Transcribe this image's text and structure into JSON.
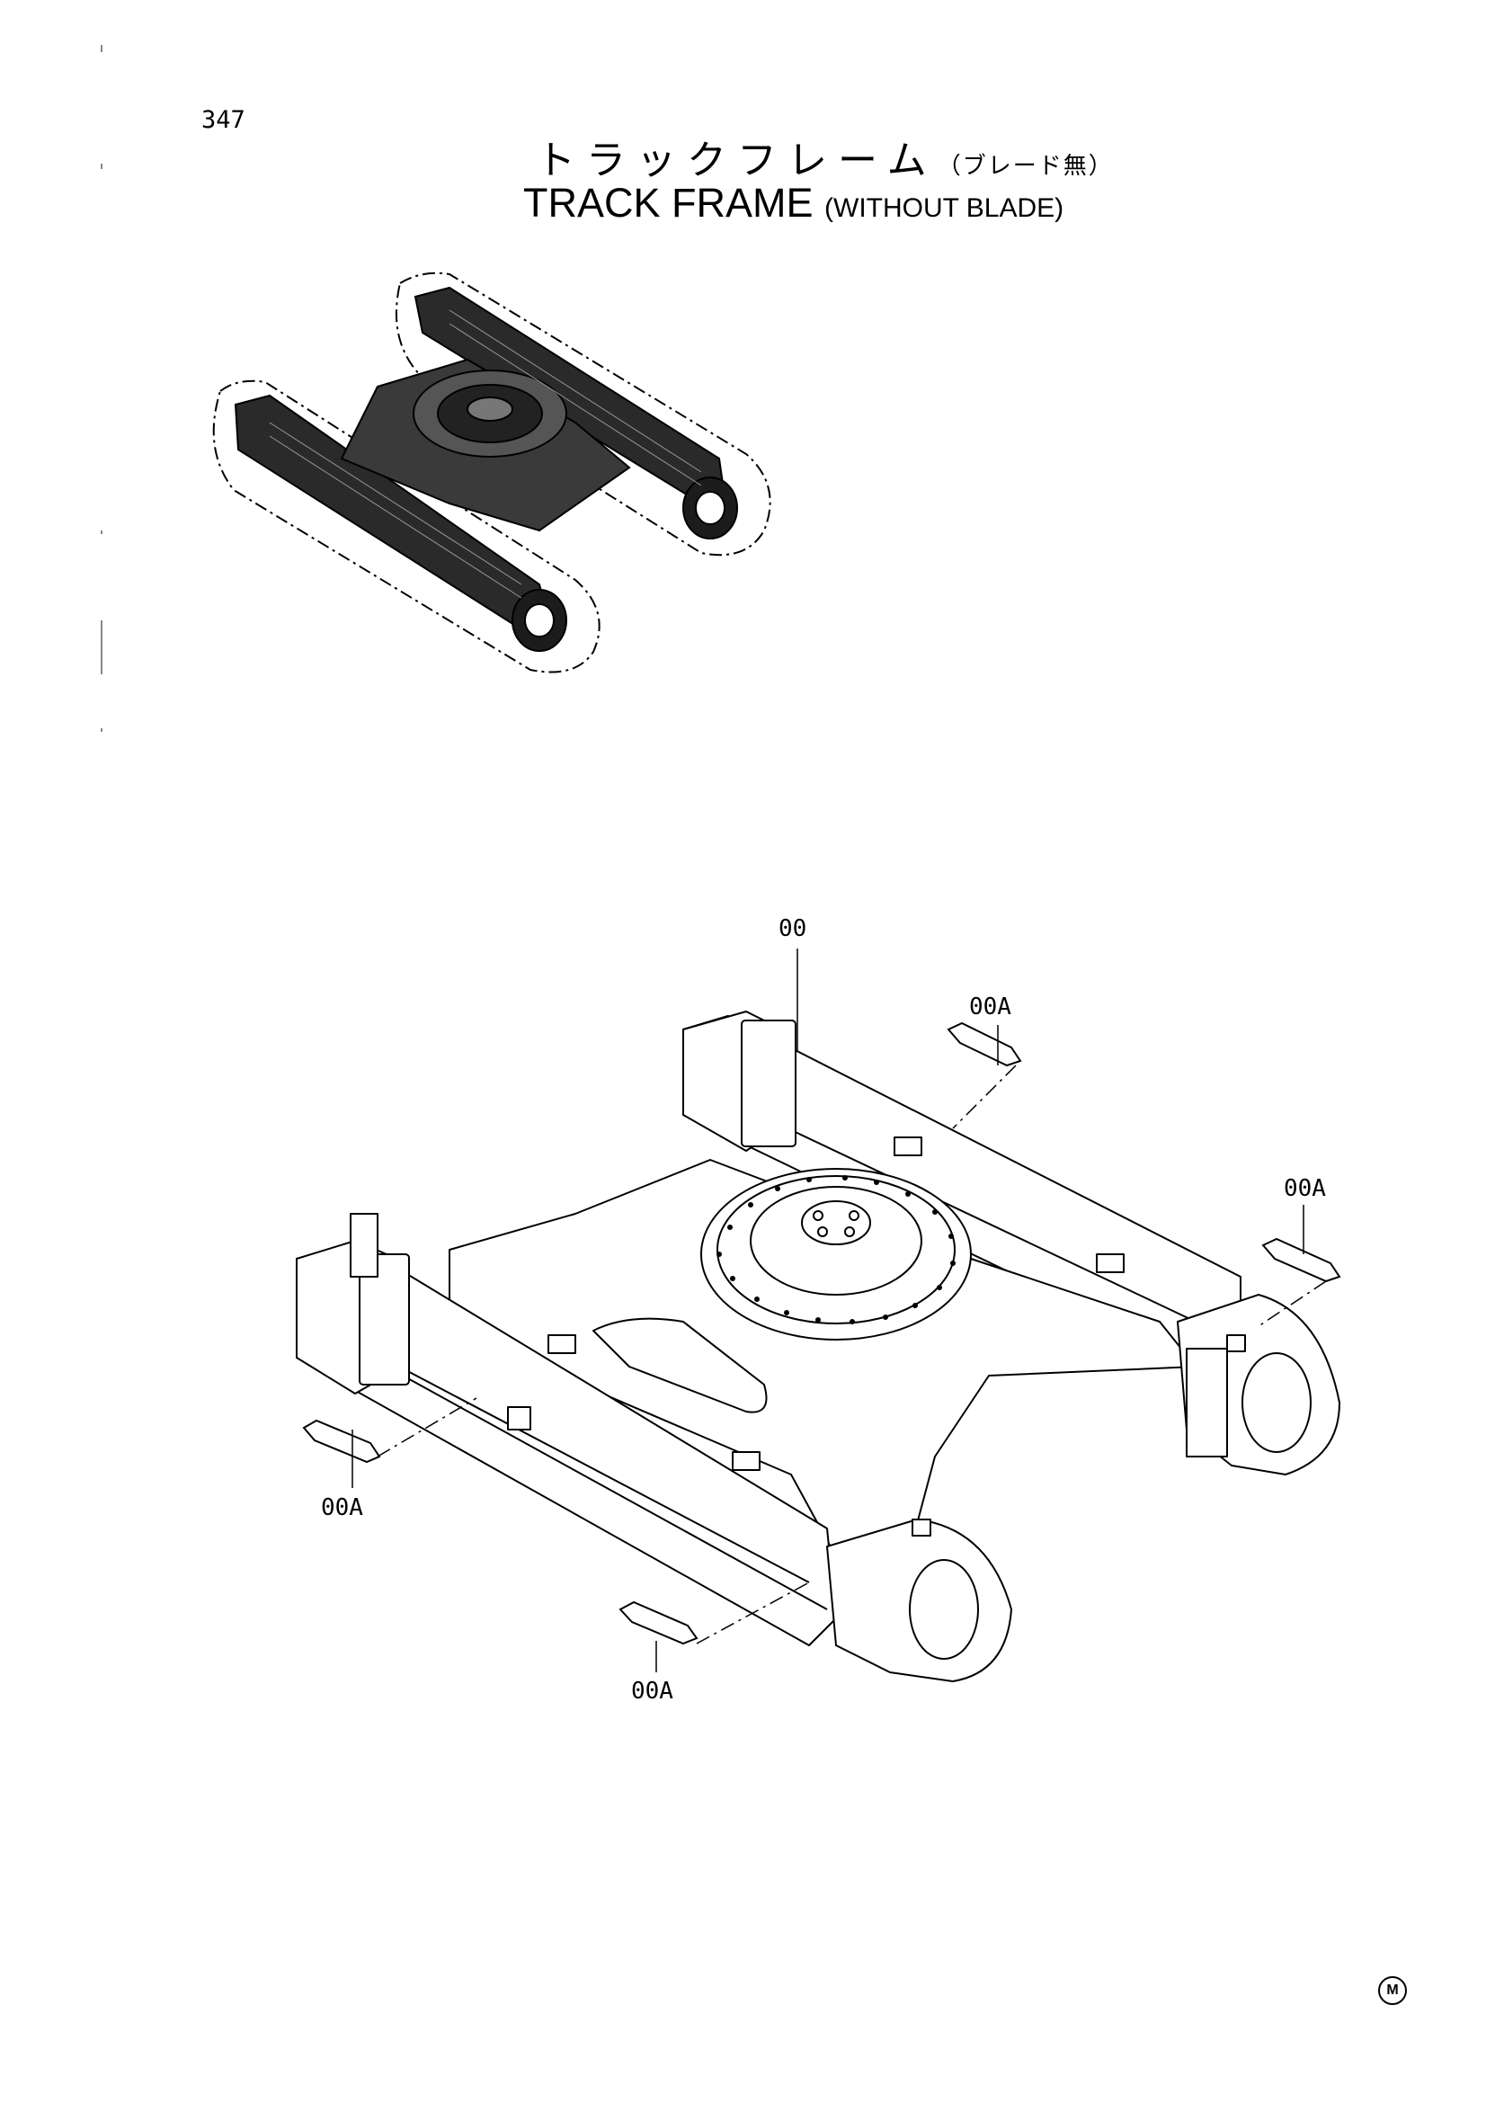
{
  "page_number": "347",
  "title": {
    "jp_main": "トラックフレーム",
    "jp_sub": "（ブレード無）",
    "en_main": "TRACK FRAME",
    "en_sub": "(WITHOUT BLADE)"
  },
  "callouts": [
    "00",
    "00A",
    "00A",
    "00A",
    "00A"
  ],
  "corner_mark": "M"
}
